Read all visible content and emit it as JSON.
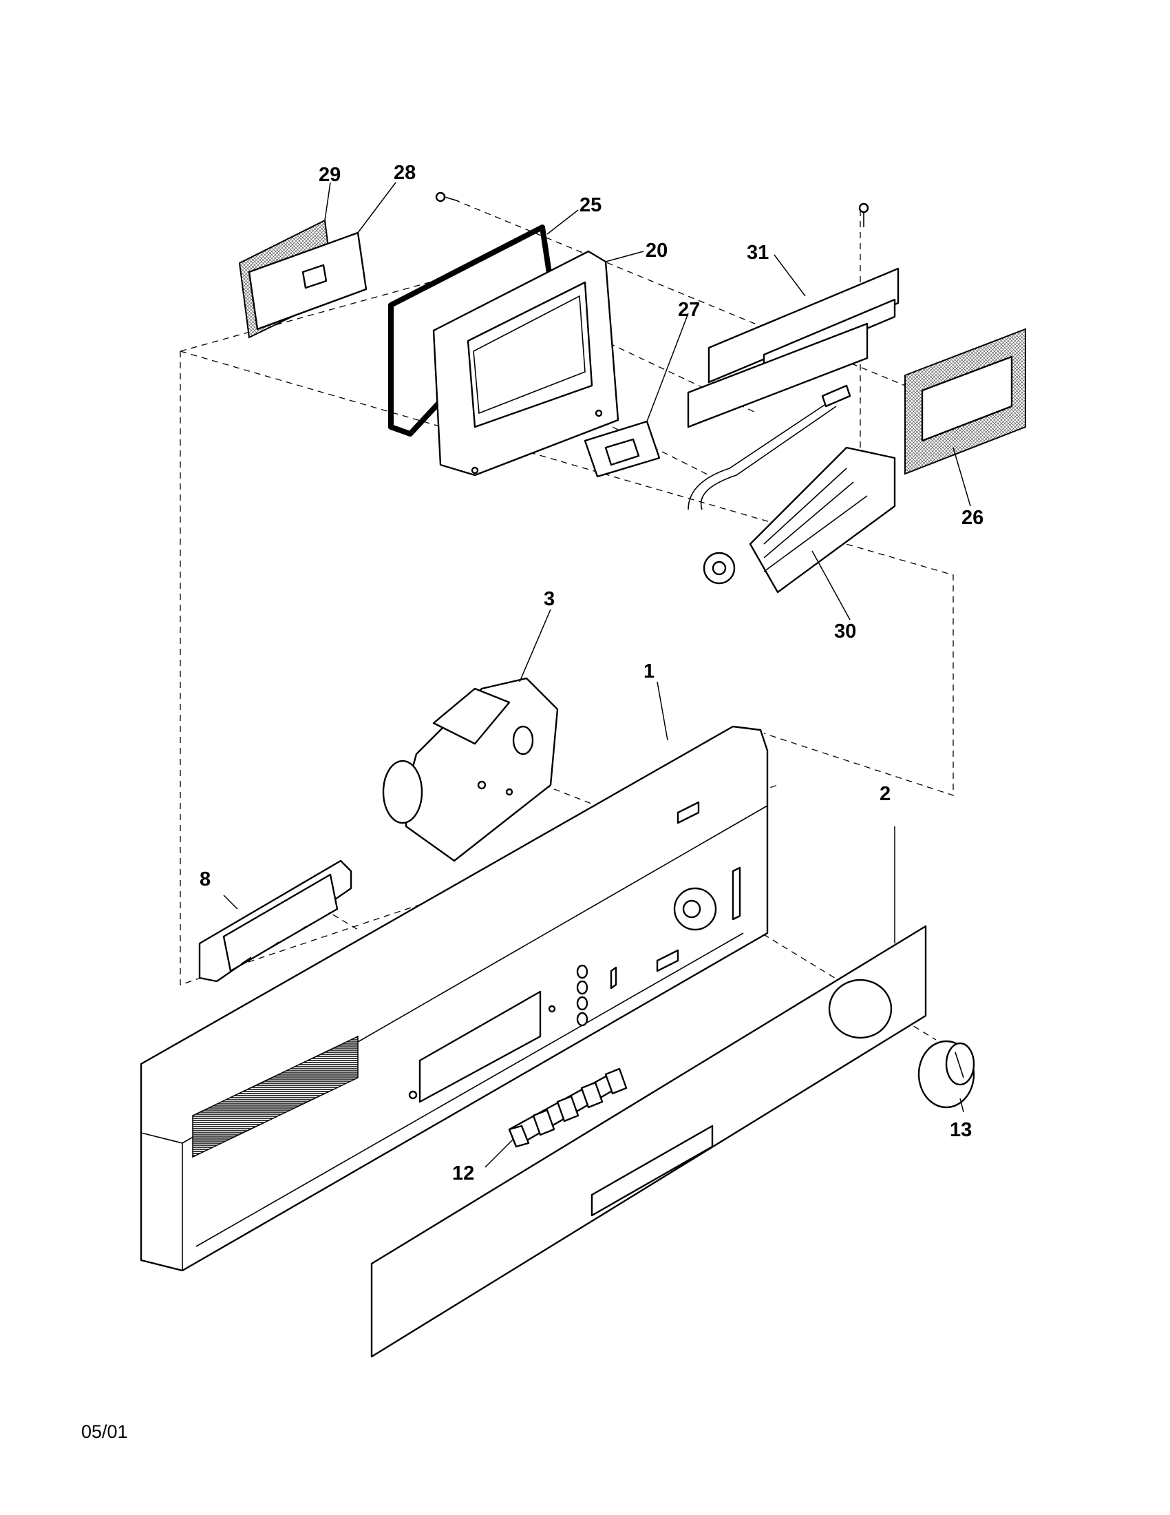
{
  "diagram": {
    "parts": [
      {
        "id": "p29",
        "label": "29"
      },
      {
        "id": "p28",
        "label": "28"
      },
      {
        "id": "p25",
        "label": "25"
      },
      {
        "id": "p20",
        "label": "20"
      },
      {
        "id": "p27",
        "label": "27"
      },
      {
        "id": "p31",
        "label": "31"
      },
      {
        "id": "p26",
        "label": "26"
      },
      {
        "id": "p30",
        "label": "30"
      },
      {
        "id": "p3",
        "label": "3"
      },
      {
        "id": "p1",
        "label": "1"
      },
      {
        "id": "p2",
        "label": "2"
      },
      {
        "id": "p8",
        "label": "8"
      },
      {
        "id": "p12",
        "label": "12"
      },
      {
        "id": "p13",
        "label": "13"
      }
    ],
    "date_code": "05/01"
  }
}
